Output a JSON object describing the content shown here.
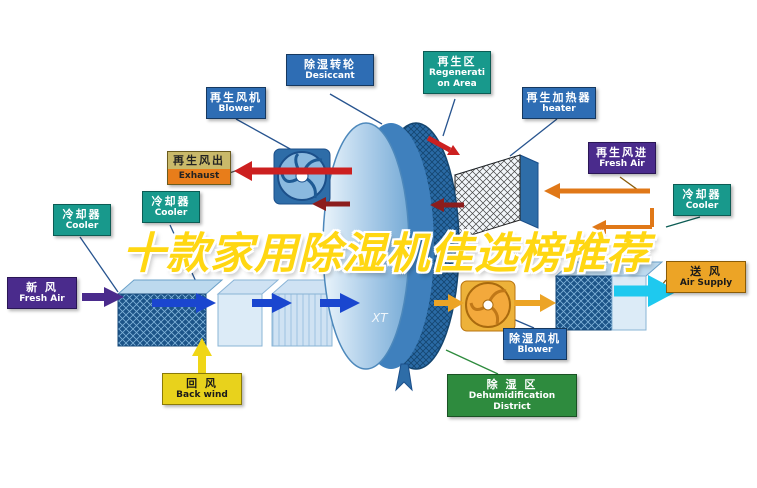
{
  "title": {
    "text": "十款家用除湿机佳选榜推荐"
  },
  "watermark": "XT",
  "labels": {
    "regen_blower": {
      "zh": "再生风机",
      "en": "Blower"
    },
    "desiccant_wheel": {
      "zh": "除湿转轮",
      "en": "Desiccant"
    },
    "regen_area": {
      "zh": "再生区",
      "en": "Regeneration Area"
    },
    "regen_heater": {
      "zh": "再生加热器",
      "en": "heater"
    },
    "regen_exhaust": {
      "zh": "再生风出",
      "en": "Exhaust"
    },
    "cooler_mid_left": {
      "zh": "冷却器",
      "en": "Cooler"
    },
    "cooler_far_left": {
      "zh": "冷却器",
      "en": "Cooler"
    },
    "regen_fresh_air": {
      "zh": "再生风进",
      "en": "Fresh Air"
    },
    "cooler_right": {
      "zh": "冷却器",
      "en": "Cooler"
    },
    "fresh_air": {
      "zh": "新 风",
      "en": "Fresh Air"
    },
    "air_supply": {
      "zh": "送 风",
      "en": "Air Supply"
    },
    "back_wind": {
      "zh": "回 风",
      "en": "Back wind"
    },
    "dehumid_blower": {
      "zh": "除湿风机",
      "en": "Blower"
    },
    "dehumid_district": {
      "zh": "除 湿 区",
      "en": "Dehumidification District"
    }
  },
  "colors": {
    "label_blue": "#2e6db4",
    "label_teal": "#18998c",
    "label_purple": "#4a2b8c",
    "label_orange": "#e87d1a",
    "label_amber": "#eca426",
    "label_yellow": "#e8d21c",
    "label_green": "#2e8b3e",
    "arrow_red": "#cc2020",
    "arrow_dark_red": "#8c1d1d",
    "arrow_blue": "#1a46cf",
    "arrow_cyan": "#1ec9ef",
    "arrow_yellow": "#f0d616",
    "rotor_blue": "#2a6aa5",
    "title_yellow": "#ffd712"
  }
}
